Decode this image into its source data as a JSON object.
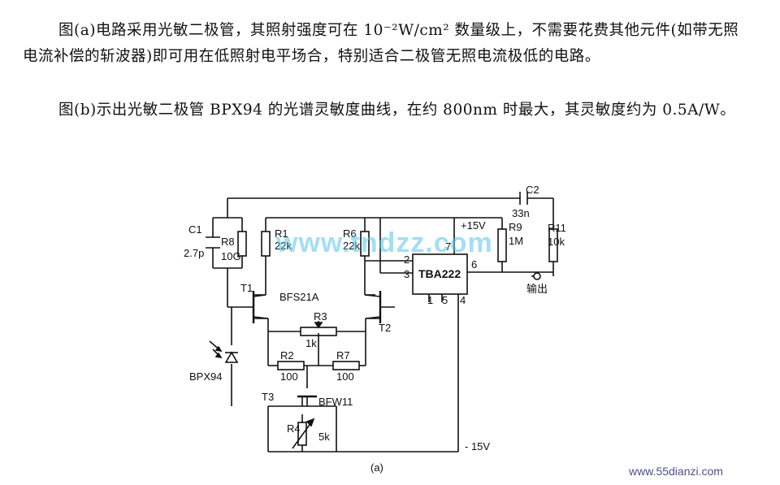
{
  "text": {
    "para1": "图(a)电路采用光敏二极管，其照射强度可在 10⁻²W/cm² 数量级上，不需要花费其他元件(如带无照电流补偿的斩波器)即可用在低照射电平场合，特别适合二极管无照电流极低的电路。",
    "para2": "图(b)示出光敏二极管 BPX94 的光谱灵敏度曲线，在约 800nm 时最大，其灵敏度约为 0.5A/W。"
  },
  "diagram": {
    "C1": "C1",
    "C1_val": "2.7p",
    "R8": "R8",
    "R8_val": "10G",
    "R1": "R1",
    "R1_val": "22k",
    "R6": "R6",
    "R6_val": "22k",
    "supply_pos": "+15V",
    "supply_neg": "- 15V",
    "C2": "C2",
    "C2_val": "33n",
    "R9": "R9",
    "R9_val": "1M",
    "R11": "R11",
    "R11_val": "10k",
    "ic": "TBA222",
    "pin2": "2",
    "pin3": "3",
    "pin7": "7",
    "pin6": "6",
    "pin1": "1",
    "pin5": "5",
    "pin4": "4",
    "output": "输出",
    "T1": "T1",
    "pair": "BFS21A",
    "T2": "T2",
    "R3": "R3",
    "R3_val": "1k",
    "R2": "R2",
    "R2_val": "100",
    "R7": "R7",
    "R7_val": "100",
    "diode": "BPX94",
    "T3": "T3",
    "T3_part": "BFW11",
    "R4": "R4",
    "R4_val": "5k",
    "caption": "(a)"
  },
  "watermark": "www.tndzz.com",
  "site_url": "www.55dianzi.com"
}
